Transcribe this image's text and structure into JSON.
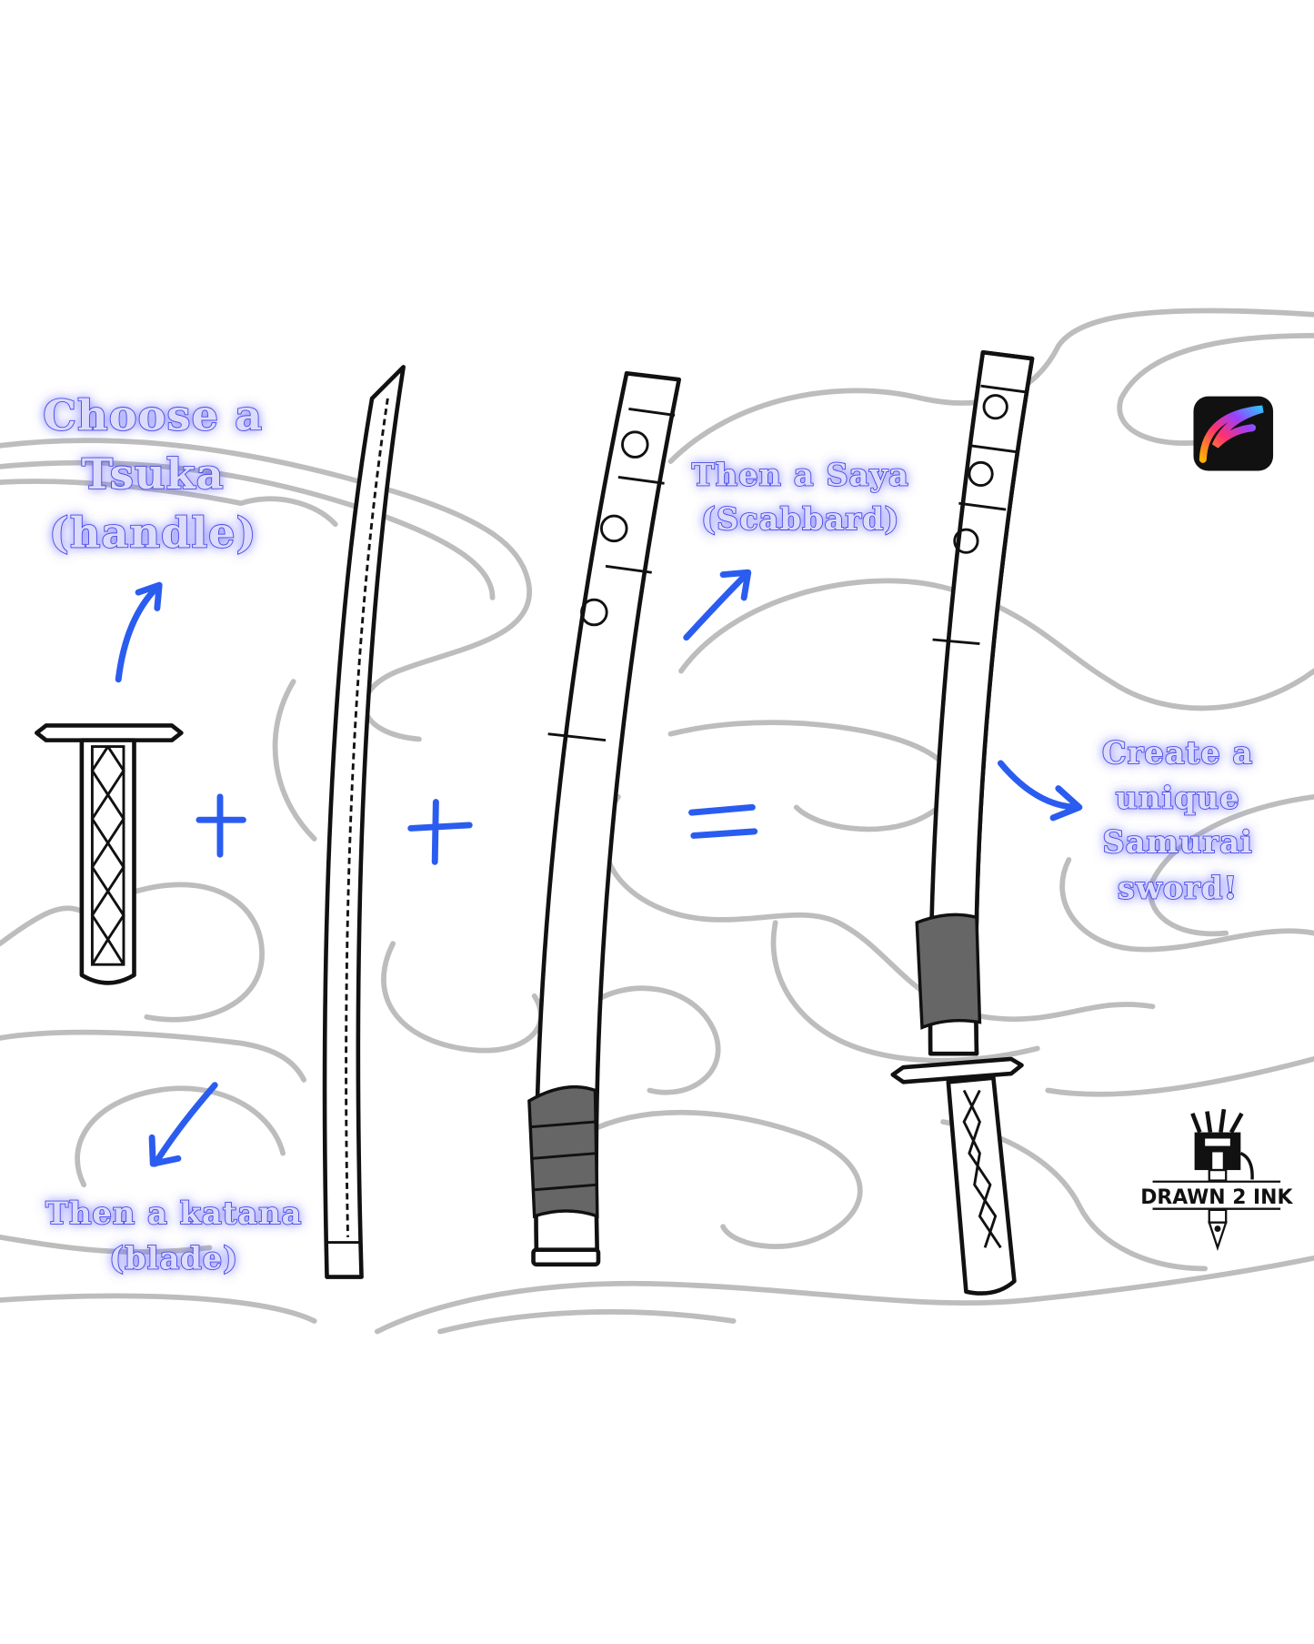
{
  "labels": {
    "tsuka": [
      "Choose a",
      "Tsuka",
      "(handle)"
    ],
    "saya": [
      "Then a Saya",
      "(Scabbard)"
    ],
    "result": [
      "Create a",
      "unique",
      "Samurai",
      "sword!"
    ],
    "katana": [
      "Then a katana",
      "(blade)"
    ]
  },
  "operators": {
    "plus": "+",
    "equals": "="
  },
  "logos": {
    "procreate": {
      "icon": "procreate-app-icon"
    },
    "brand": {
      "text": "DRAWN 2 INK",
      "icon": "pen-nib-robot-logo"
    }
  },
  "colors": {
    "accent": "#2a5cf0",
    "label_fill": "#dcdcfa",
    "label_glow": "#4a4ae8",
    "cloud": "#bdbdbd",
    "ink": "#111111"
  }
}
